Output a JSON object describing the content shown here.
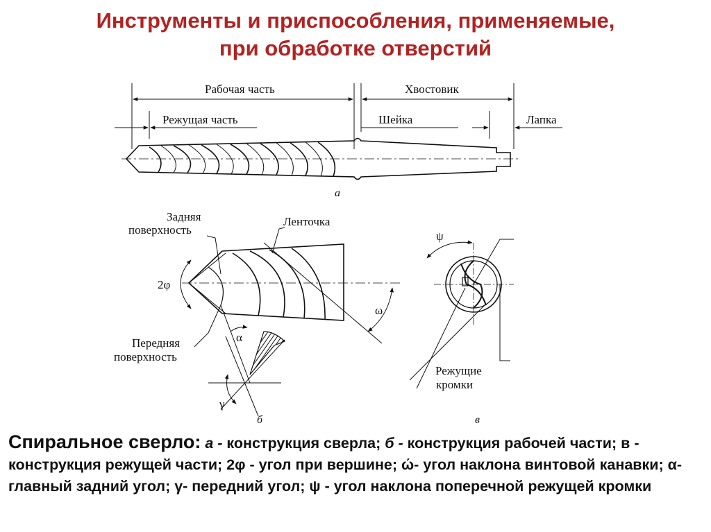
{
  "title": {
    "line1": "Инструменты и приспособления, применяемые,",
    "line2": "при обработке отверстий"
  },
  "figure_a": {
    "working_part": "Рабочая часть",
    "shank": "Хвостовик",
    "cutting_part": "Режущая часть",
    "neck": "Шейка",
    "tang": "Лапка",
    "sublabel": "а"
  },
  "figure_b": {
    "rear_surface_1": "Задняя",
    "rear_surface_2": "поверхность",
    "land": "Ленточка",
    "two_phi": "2φ",
    "omega": "ω",
    "alpha": "α",
    "gamma": "γ",
    "front_surface_1": "Передняя",
    "front_surface_2": "поверхность",
    "sublabel": "б"
  },
  "figure_c": {
    "psi": "ψ",
    "cutting_edges_1": "Режущие",
    "cutting_edges_2": "кромки",
    "sublabel": "в"
  },
  "caption": {
    "lead": "Спиральное сверло:",
    "a_letter": "а -",
    "a_text": "конструкция сверла;",
    "b_letter": "б -",
    "b_text": "конструкция рабочей части;",
    "c_text": "в - конструкция режущей части; 2φ - угол при вершине; ώ- угол наклона винтовой канавки; α- главный задний угол; γ- передний угол; ψ - угол наклона поперечной режущей кромки"
  },
  "colors": {
    "title": "#b22222",
    "ink": "#111111"
  }
}
